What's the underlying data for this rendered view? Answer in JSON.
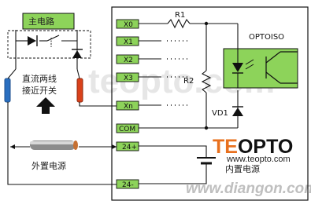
{
  "diagram": {
    "main_circuit_label": "主电路",
    "switch_label_line1": "直流两线",
    "switch_label_line2": "接近开关",
    "external_supply_label": "外置电源",
    "internal_supply_label": "内置电源",
    "terminals": [
      "X0",
      "X1",
      "X2",
      "X3",
      "Xn",
      "COM",
      "24+",
      "24-"
    ],
    "resistor1_label": "R1",
    "resistor2_label": "R2",
    "diode_label": "VD1",
    "optoiso_label": "OPTOISO",
    "brand_prefix": "TE",
    "brand_rest": "OPTO",
    "brand_url": "www.teopto.com",
    "watermark_main": "teopto.com",
    "watermark_site": "www.diangon.com",
    "colors": {
      "terminal_fill": "#8dd35a",
      "opto_fill": "#8dd35a",
      "brand_accent": "#e8701e",
      "proximity_left": "#2a6fc0",
      "proximity_right": "#d9411b"
    }
  }
}
